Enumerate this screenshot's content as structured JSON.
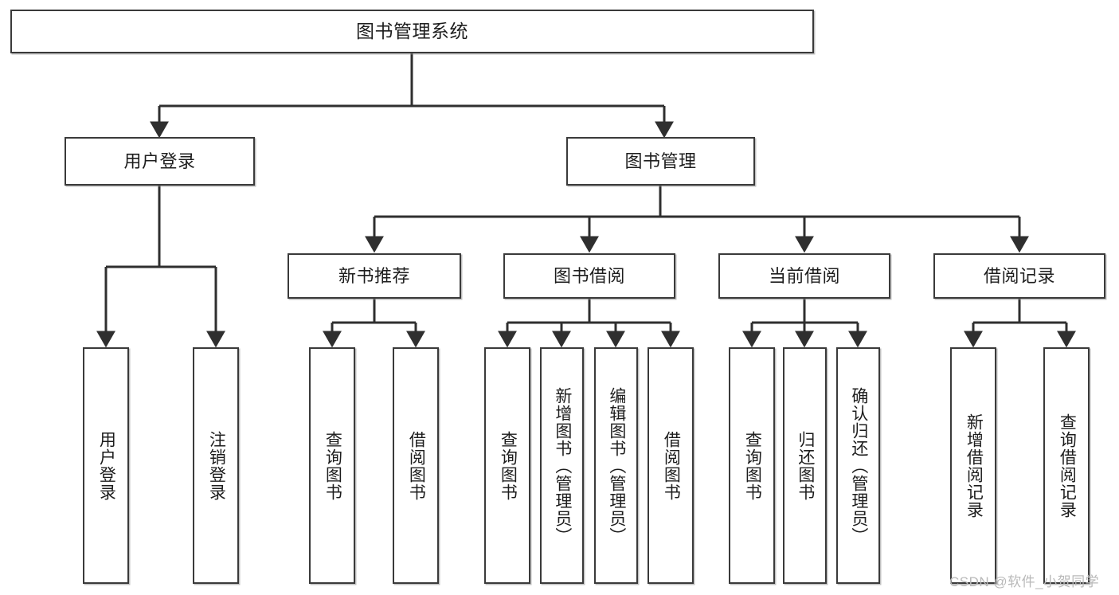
{
  "diagram": {
    "kind": "functional-structure-tree",
    "root": {
      "id": "root",
      "label": "图书管理系统"
    },
    "level2": [
      {
        "id": "user-login",
        "label": "用户登录"
      },
      {
        "id": "book-manage",
        "label": "图书管理"
      }
    ],
    "level3": [
      {
        "id": "new-book-recommend",
        "label": "新书推荐",
        "parent": "book-manage"
      },
      {
        "id": "book-borrow",
        "label": "图书借阅",
        "parent": "book-manage"
      },
      {
        "id": "current-borrow",
        "label": "当前借阅",
        "parent": "book-manage"
      },
      {
        "id": "borrow-record",
        "label": "借阅记录",
        "parent": "book-manage"
      }
    ],
    "leaves": [
      {
        "id": "leaf-user-login",
        "label": "用户登录",
        "parent": "user-login"
      },
      {
        "id": "leaf-logout-login",
        "label": "注销登录",
        "parent": "user-login"
      },
      {
        "id": "leaf-query-book-1",
        "label": "查询图书",
        "parent": "new-book-recommend"
      },
      {
        "id": "leaf-borrow-book-1",
        "label": "借阅图书",
        "parent": "new-book-recommend"
      },
      {
        "id": "leaf-query-book-2",
        "label": "查询图书",
        "parent": "book-borrow"
      },
      {
        "id": "leaf-add-book",
        "label": "新增图书（管理员）",
        "parent": "book-borrow"
      },
      {
        "id": "leaf-edit-book",
        "label": "编辑图书（管理员）",
        "parent": "book-borrow"
      },
      {
        "id": "leaf-borrow-book-2",
        "label": "借阅图书",
        "parent": "book-borrow"
      },
      {
        "id": "leaf-query-book-3",
        "label": "查询图书",
        "parent": "current-borrow"
      },
      {
        "id": "leaf-return-book",
        "label": "归还图书",
        "parent": "current-borrow"
      },
      {
        "id": "leaf-confirm-return",
        "label": "确认归还（管理员）",
        "parent": "current-borrow"
      },
      {
        "id": "leaf-add-record",
        "label": "新增借阅记录",
        "parent": "borrow-record"
      },
      {
        "id": "leaf-query-record",
        "label": "查询借阅记录",
        "parent": "borrow-record"
      }
    ]
  },
  "watermark": {
    "text": "CSDN @软件_小贺同学"
  },
  "colors": {
    "background": "#ffffff",
    "box_border": "#3a3a3a",
    "box_fill": "#ffffff",
    "text": "#1d1d1d",
    "edge": "#2f2f2f",
    "watermark": "#b9b9b9"
  }
}
